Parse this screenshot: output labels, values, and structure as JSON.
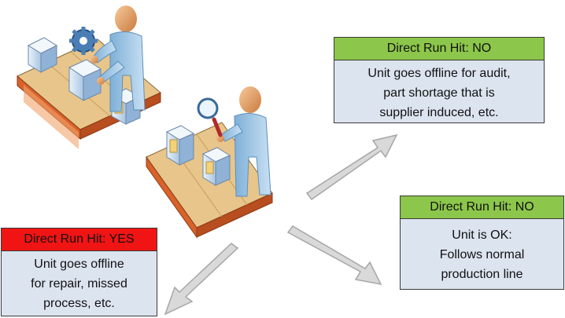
{
  "cards": {
    "top": {
      "header": "Direct Run Hit: NO",
      "header_color": "#8cc64a",
      "lines": [
        "Unit goes offline for audit,",
        "part shortage that is",
        "supplier induced, etc."
      ]
    },
    "right": {
      "header": "Direct Run Hit: NO",
      "header_color": "#8cc64a",
      "lines": [
        "Unit is OK:",
        "Follows normal",
        "production line"
      ]
    },
    "left": {
      "header": "Direct Run Hit: YES",
      "header_color": "#f01414",
      "lines": [
        "Unit goes offline",
        "for repair, missed",
        "process, etc."
      ]
    }
  },
  "colors": {
    "card_body": "#dce4ef",
    "arrow_fill": "#d9d9d9",
    "arrow_stroke": "#a6a6a6",
    "conveyor_belt": "#e8c58a",
    "conveyor_side": "#d9622b"
  },
  "icons": [
    "assembly-worker-icon",
    "gear-icon",
    "inspector-worker-icon",
    "magnifier-icon",
    "conveyor-belt-icon",
    "box-icon"
  ]
}
